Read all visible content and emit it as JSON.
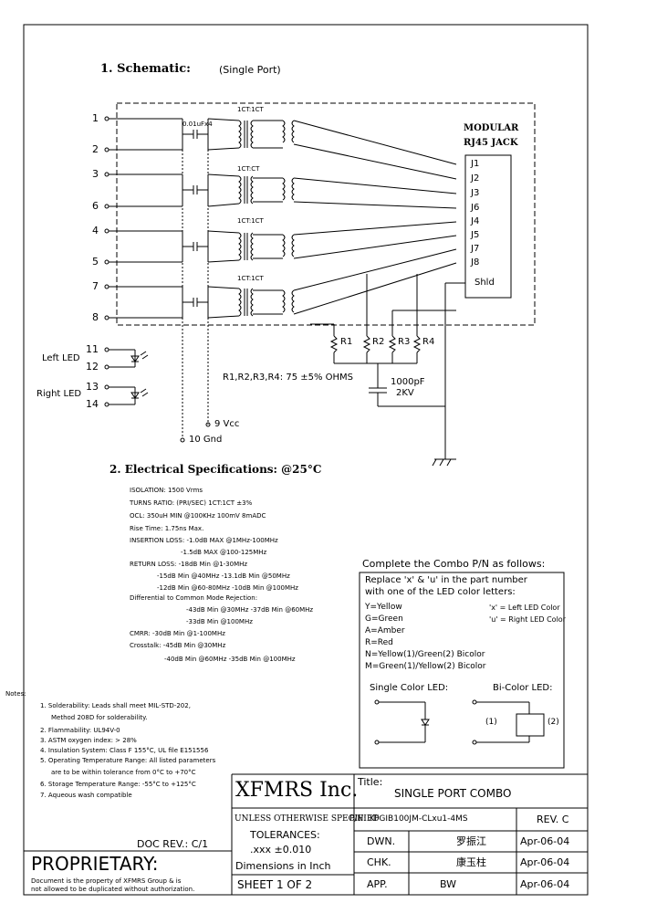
{
  "section1": {
    "title": "1. Schematic:",
    "subtitle": "(Single Port)"
  },
  "schematic": {
    "pins": [
      {
        "num": "1"
      },
      {
        "num": "2"
      },
      {
        "num": "3"
      },
      {
        "num": "6"
      },
      {
        "num": "4"
      },
      {
        "num": "5"
      },
      {
        "num": "7"
      },
      {
        "num": "8"
      }
    ],
    "led_pins": [
      "11",
      "12",
      "13",
      "14"
    ],
    "left_led": "Left LED",
    "right_led": "Right LED",
    "jack_title_1": "MODULAR",
    "jack_title_2": "RJ45 JACK",
    "jack_pins": [
      "J1",
      "J2",
      "J3",
      "J6",
      "J4",
      "J5",
      "J7",
      "J8"
    ],
    "shield": "Shld",
    "cap_label": "0.01uFx4",
    "ratios": [
      "1CT:1CT",
      "1CT:CT",
      "1CT:1CT",
      "1CT:1CT"
    ],
    "resistors": [
      "R1",
      "R2",
      "R3",
      "R4"
    ],
    "resistor_note": "R1,R2,R3,R4: 75 ±5% OHMS",
    "hv_cap_1": "1000pF",
    "hv_cap_2": "2KV",
    "vcc": "9 Vcc",
    "gnd": "10 Gnd"
  },
  "section2": {
    "title": "2. Electrical Specifications: @25°C"
  },
  "specs": [
    "ISOLATION: 1500 Vrms",
    "TURNS RATIO: (PRI/SEC) 1CT:1CT ±3%",
    "OCL: 350uH MIN @100KHz 100mV 8mADC",
    "Rise Time: 1.75ns Max.",
    "INSERTION LOSS: -1.0dB MAX @1MHz-100MHz",
    "-1.5dB MAX @100-125MHz",
    "RETURN LOSS: -18dB Min @1-30MHz",
    "-15dB Min @40MHz -13.1dB Min @50MHz",
    "-12dB Min @60-80MHz -10dB Min @100MHz",
    "Differential to Common Mode Rejection:",
    "-43dB Min @30MHz -37dB Min @60MHz",
    "-33dB Min @100MHz",
    "CMRR: -30dB Min @1-100MHz",
    "Crosstalk: -45dB Min @30MHz",
    "-40dB Min @60MHz -35dB Min @100MHz"
  ],
  "combo": {
    "header": "Complete the Combo P/N as follows:",
    "intro_1": "Replace 'x' & 'u' in the part number",
    "intro_2": "with one of the LED color letters:",
    "colors": [
      "Y=Yellow",
      "G=Green",
      "A=Amber",
      "R=Red",
      "N=Yellow(1)/Green(2) Bicolor",
      "M=Green(1)/Yellow(2) Bicolor"
    ],
    "x_note": "'x' = Left LED Color",
    "u_note": "'u' = Right LED Color",
    "single_label": "Single Color LED:",
    "bi_label": "Bi-Color LED:",
    "bi_1": "(1)",
    "bi_2": "(2)"
  },
  "notes": {
    "title": "Notes:",
    "items": [
      "1. Solderability: Leads shall meet MIL-STD-202,",
      "Method 208D for solderability.",
      "2. Flammability: UL94V-0",
      "3. ASTM oxygen index: > 28%",
      "4. Insulation System: Class F 155°C, UL file E151556",
      "5. Operating Temperature Range: All listed parameters",
      "are to be within tolerance from 0°C to +70°C",
      "6. Storage Temperature Range: -55°C to +125°C",
      "7. Aqueous wash compatible"
    ]
  },
  "title_block": {
    "company": "XFMRS Inc.",
    "title_label": "Title:",
    "title": "SINGLE PORT COMBO",
    "tol_1": "UNLESS OTHERWISE SPECIFIED",
    "tol_2": "TOLERANCES:",
    "tol_3": ".xxx ±0.010",
    "tol_4": "Dimensions in Inch",
    "pn": "P/N: XFGIB100JM-CLxu1-4MS",
    "rev": "REV. C",
    "dwn": "DWN.",
    "dwn_name": "罗振江",
    "dwn_date": "Apr-06-04",
    "chk": "CHK.",
    "chk_name": "康玉柱",
    "chk_date": "Apr-06-04",
    "app": "APP.",
    "app_name": "BW",
    "app_date": "Apr-06-04",
    "sheet": "SHEET 1 OF 2",
    "doc_rev": "DOC REV.: C/1",
    "proprietary": "PROPRIETARY:",
    "prop_note_1": "Document is the property of XFMRS Group & is",
    "prop_note_2": "not allowed to be duplicated without authorization."
  }
}
